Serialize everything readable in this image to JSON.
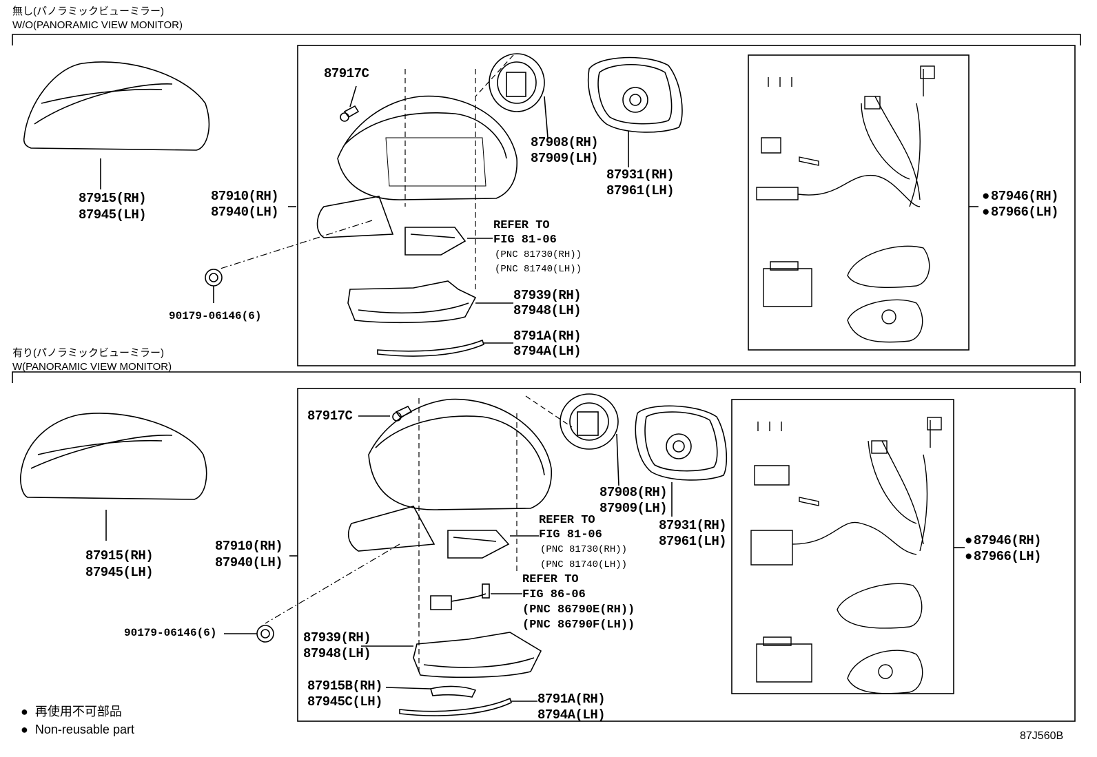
{
  "sections": [
    {
      "header_jp": "無し(パノラミックビューミラー)",
      "header_en": "W/O(PANORAMIC VIEW MONITOR)",
      "parts": {
        "cover": [
          "87915(RH)",
          "87945(LH)"
        ],
        "mirror_assy": [
          "87910(RH)",
          "87940(LH)"
        ],
        "screw": "87917C",
        "motor": [
          "87908(RH)",
          "87909(LH)"
        ],
        "glass": [
          "87931(RH)",
          "87961(LH)"
        ],
        "kit": [
          "87946(RH)",
          "87966(LH)"
        ],
        "clip": "90179-06146(6)",
        "lamp_ref": [
          "REFER TO",
          "FIG 81-06",
          "(PNC 81730(RH))",
          "(PNC 81740(LH))"
        ],
        "housing": [
          "87939(RH)",
          "87948(LH)"
        ],
        "trim": [
          "8791A(RH)",
          "8794A(LH)"
        ]
      }
    },
    {
      "header_jp": "有り(パノラミックビューミラー)",
      "header_en": "W(PANORAMIC VIEW MONITOR)",
      "parts": {
        "cover": [
          "87915(RH)",
          "87945(LH)"
        ],
        "mirror_assy": [
          "87910(RH)",
          "87940(LH)"
        ],
        "screw": "87917C",
        "motor": [
          "87908(RH)",
          "87909(LH)"
        ],
        "glass": [
          "87931(RH)",
          "87961(LH)"
        ],
        "kit": [
          "87946(RH)",
          "87966(LH)"
        ],
        "clip": "90179-06146(6)",
        "lamp_ref": [
          "REFER TO",
          "FIG 81-06",
          "(PNC 81730(RH))",
          "(PNC 81740(LH))"
        ],
        "camera_ref": [
          "REFER TO",
          "FIG 86-06",
          "(PNC 86790E(RH))",
          "(PNC 86790F(LH))"
        ],
        "housing": [
          "87939(RH)",
          "87948(LH)"
        ],
        "lower_cover": [
          "87915B(RH)",
          "87945C(LH)"
        ],
        "trim": [
          "8791A(RH)",
          "8794A(LH)"
        ]
      }
    }
  ],
  "legend": {
    "jp": "再使用不可部品",
    "en": "Non-reusable part"
  },
  "figure_code": "87J560B"
}
